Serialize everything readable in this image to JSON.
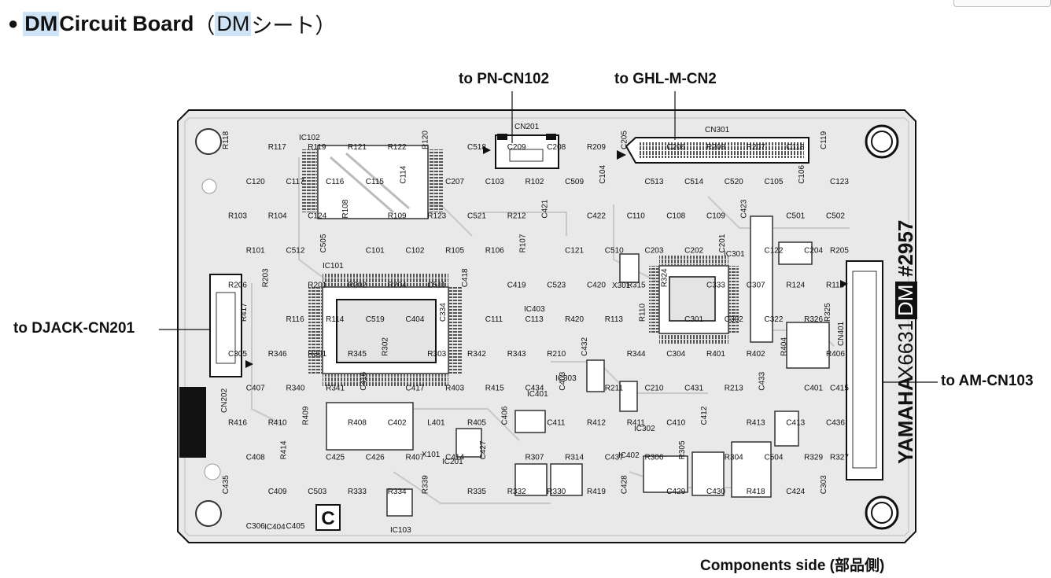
{
  "title": {
    "bullet": "●",
    "prefix": "DM",
    "main": " Circuit Board",
    "paren_open": "（",
    "sheet_code": "DM",
    "sheet_suffix": "シート",
    "paren_close": "）"
  },
  "callouts": {
    "pn": "to PN-CN102",
    "ghl": "to GHL-M-CN2",
    "djack": "to DJACK-CN201",
    "am": "to AM-CN103"
  },
  "footer": "Components side (部品側)",
  "board": {
    "brand": "YAMAHA",
    "model": "X6631",
    "board_name": "DM",
    "board_number": "#2957",
    "side_marker": "C"
  },
  "ic_labels": [
    "IC102",
    "IC101",
    "IC403",
    "IC401",
    "IC303",
    "IC301",
    "IC402",
    "IC201",
    "IC103",
    "IC404",
    "IC302",
    "X101",
    "X301"
  ],
  "connector_labels": [
    "CN201",
    "CN301",
    "CN202",
    "CN401"
  ],
  "component_labels": [
    "R118",
    "R117",
    "R119",
    "R121",
    "R122",
    "R120",
    "C518",
    "C209",
    "C208",
    "R209",
    "C205",
    "C206",
    "R208",
    "R207",
    "C118",
    "C119",
    "C120",
    "C117",
    "C116",
    "C115",
    "C114",
    "C207",
    "C103",
    "R102",
    "C509",
    "C104",
    "C513",
    "C514",
    "C520",
    "C105",
    "C106",
    "C123",
    "R103",
    "R104",
    "C124",
    "R108",
    "R109",
    "R123",
    "C521",
    "R212",
    "C421",
    "C422",
    "C110",
    "C108",
    "C109",
    "C423",
    "C501",
    "C502",
    "R101",
    "C512",
    "C505",
    "C101",
    "C102",
    "R105",
    "R106",
    "R107",
    "C121",
    "C510",
    "C203",
    "C202",
    "C201",
    "C122",
    "C204",
    "R205",
    "R206",
    "R203",
    "R201",
    "R202",
    "R204",
    "C511",
    "C418",
    "C419",
    "C523",
    "C420",
    "R315",
    "R324",
    "C333",
    "C307",
    "R124",
    "R115",
    "R417",
    "R116",
    "R114",
    "C519",
    "C404",
    "C334",
    "C111",
    "C113",
    "R420",
    "R113",
    "R110",
    "C301",
    "C302",
    "C322",
    "R326",
    "R325",
    "C305",
    "R346",
    "R301",
    "R345",
    "R302",
    "R303",
    "R342",
    "R343",
    "R210",
    "C432",
    "R344",
    "C304",
    "R401",
    "R402",
    "R404",
    "R406",
    "C407",
    "R340",
    "R341",
    "C416",
    "C417",
    "R403",
    "R415",
    "C434",
    "C403",
    "R211",
    "C210",
    "C431",
    "R213",
    "C433",
    "C401",
    "C415",
    "R416",
    "R410",
    "R409",
    "R408",
    "C402",
    "L401",
    "R405",
    "C406",
    "C411",
    "R412",
    "R411",
    "C410",
    "C412",
    "R413",
    "C413",
    "C436",
    "C408",
    "R414",
    "C425",
    "C426",
    "R407",
    "C414",
    "C427",
    "R307",
    "R314",
    "C437",
    "R306",
    "R305",
    "R304",
    "C504",
    "R329",
    "R327",
    "C435",
    "C409",
    "C503",
    "R333",
    "R334",
    "R339",
    "R335",
    "R332",
    "R330",
    "R419",
    "C428",
    "C429",
    "C430",
    "R418",
    "C424",
    "C303",
    "C306",
    "C405"
  ]
}
